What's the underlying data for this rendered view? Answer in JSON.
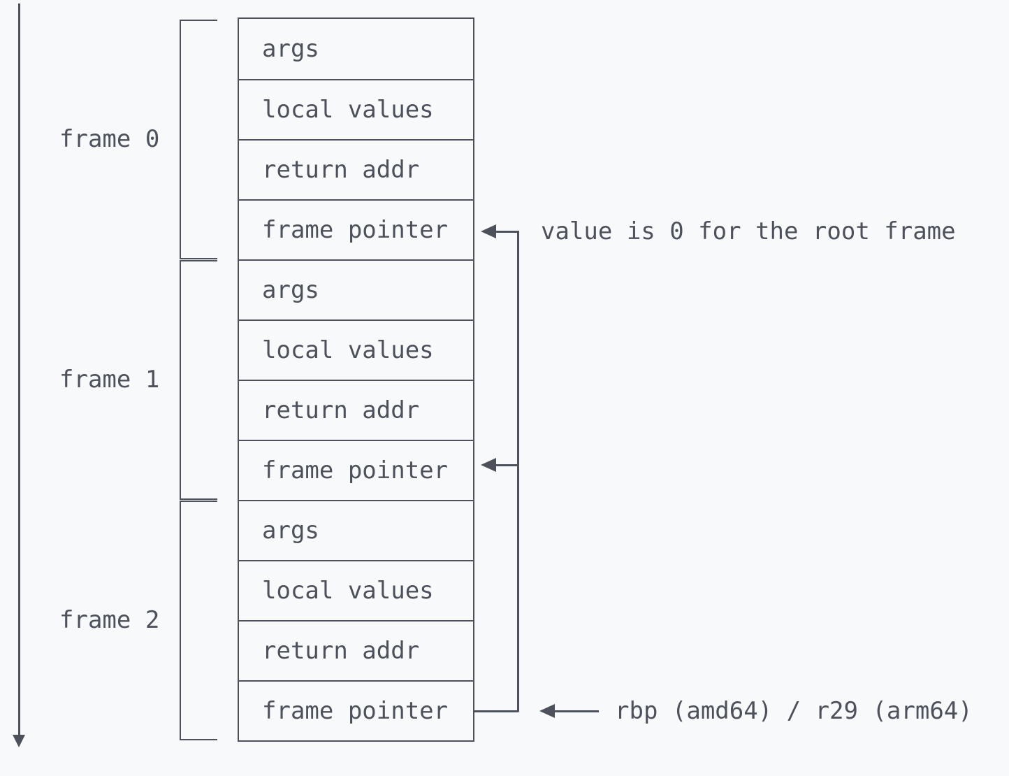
{
  "colors": {
    "line": "#4c515b",
    "background": "#f8f9fa",
    "text": "#4c515b"
  },
  "frames": [
    {
      "label": "frame 0",
      "cells": [
        "args",
        "local values",
        "return addr",
        "frame pointer"
      ]
    },
    {
      "label": "frame 1",
      "cells": [
        "args",
        "local values",
        "return addr",
        "frame pointer"
      ]
    },
    {
      "label": "frame 2",
      "cells": [
        "args",
        "local values",
        "return addr",
        "frame pointer"
      ]
    }
  ],
  "annotations": {
    "root_frame_note": "value is 0 for the root frame",
    "register_note": "rbp (amd64) / r29 (arm64)"
  }
}
